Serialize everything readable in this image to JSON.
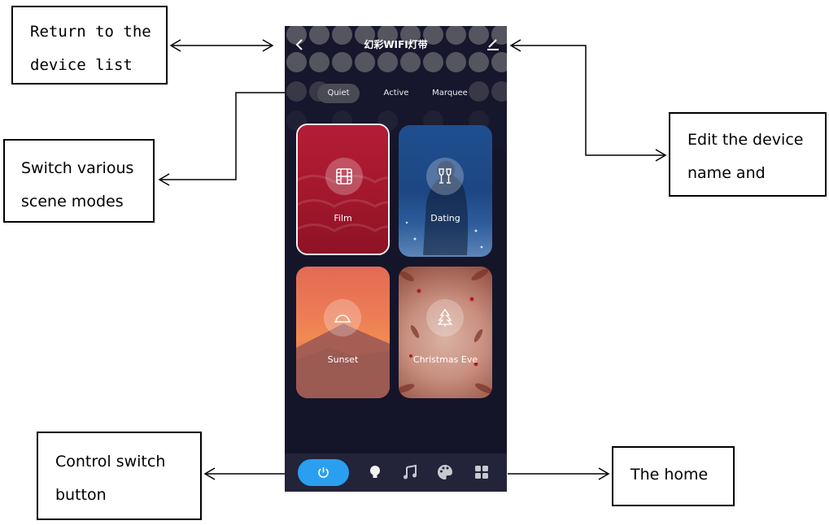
{
  "phone": {
    "title": "幻彩WIFI灯带",
    "mode_tabs": [
      {
        "label": "Quiet",
        "selected": true
      },
      {
        "label": "Active",
        "selected": false
      },
      {
        "label": "Marquee",
        "selected": false
      }
    ],
    "scenes": [
      {
        "label": "Film",
        "icon": "film-icon",
        "selected": true
      },
      {
        "label": "Dating",
        "icon": "wine-glasses-icon",
        "selected": false
      },
      {
        "label": "Sunset",
        "icon": "sunset-icon",
        "selected": false
      },
      {
        "label": "Christmas Eve",
        "icon": "christmas-tree-icon",
        "selected": false
      }
    ],
    "bottom_nav": [
      "power-icon",
      "bulb-icon",
      "music-icon",
      "palette-icon",
      "home-grid-icon"
    ],
    "colors": {
      "background": "#15152a",
      "power_button": "#2a9ff0",
      "bottom_bar": "#23233a"
    }
  },
  "annotations": {
    "return": {
      "line1": "Return to the",
      "line2": "device list"
    },
    "scenes": {
      "line1": "Switch various",
      "line2": "scene modes"
    },
    "edit": {
      "line1": "Edit the device",
      "line2": "name and"
    },
    "switch": {
      "line1": "Control switch",
      "line2": "button"
    },
    "home": {
      "line1": "The home"
    }
  }
}
